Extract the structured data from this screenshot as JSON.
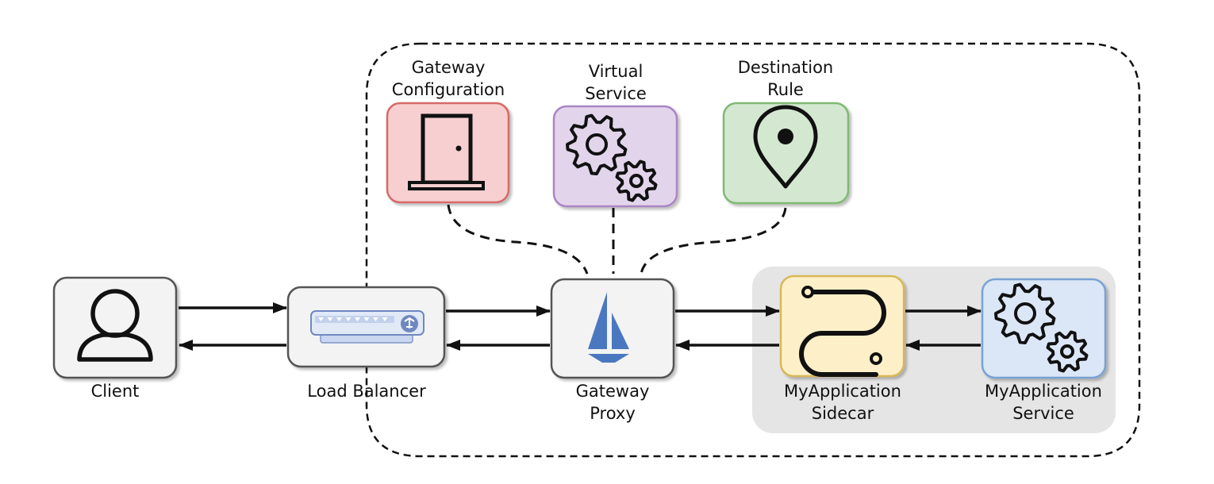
{
  "colors": {
    "config_red": "#f7cfd0",
    "config_red_border": "#d46a6a",
    "virtual_purple": "#e2d5eb",
    "virtual_purple_border": "#a986c4",
    "dest_green": "#d4e8d1",
    "dest_green_border": "#7fba73",
    "sidecar_yellow": "#fdf0c8",
    "sidecar_yellow_border": "#d9b85a",
    "service_blue": "#dbe7f7",
    "service_blue_border": "#7aa2d4",
    "node_gray": "#f3f3f3",
    "node_border": "#555555",
    "mesh_gray": "#e5e5e5",
    "istio_blue": "#4a78c0"
  },
  "nodes": {
    "client": {
      "label": "Client",
      "icon": "user-icon"
    },
    "load_balancer": {
      "label": "Load Balancer",
      "icon": "load-balancer-icon"
    },
    "gateway_proxy": {
      "label_line1": "Gateway",
      "label_line2": "Proxy",
      "icon": "istio-sail-icon"
    },
    "sidecar": {
      "label_line1": "MyApplication",
      "label_line2": "Sidecar",
      "icon": "route-icon"
    },
    "service": {
      "label_line1": "MyApplication",
      "label_line2": "Service",
      "icon": "gears-icon"
    }
  },
  "configs": {
    "gateway_config": {
      "label_line1": "Gateway",
      "label_line2": "Configuration",
      "icon": "door-icon"
    },
    "virtual_service": {
      "label_line1": "Virtual",
      "label_line2": "Service",
      "icon": "gears-icon"
    },
    "destination_rule": {
      "label_line1": "Destination",
      "label_line2": "Rule",
      "icon": "location-pin-icon"
    }
  }
}
